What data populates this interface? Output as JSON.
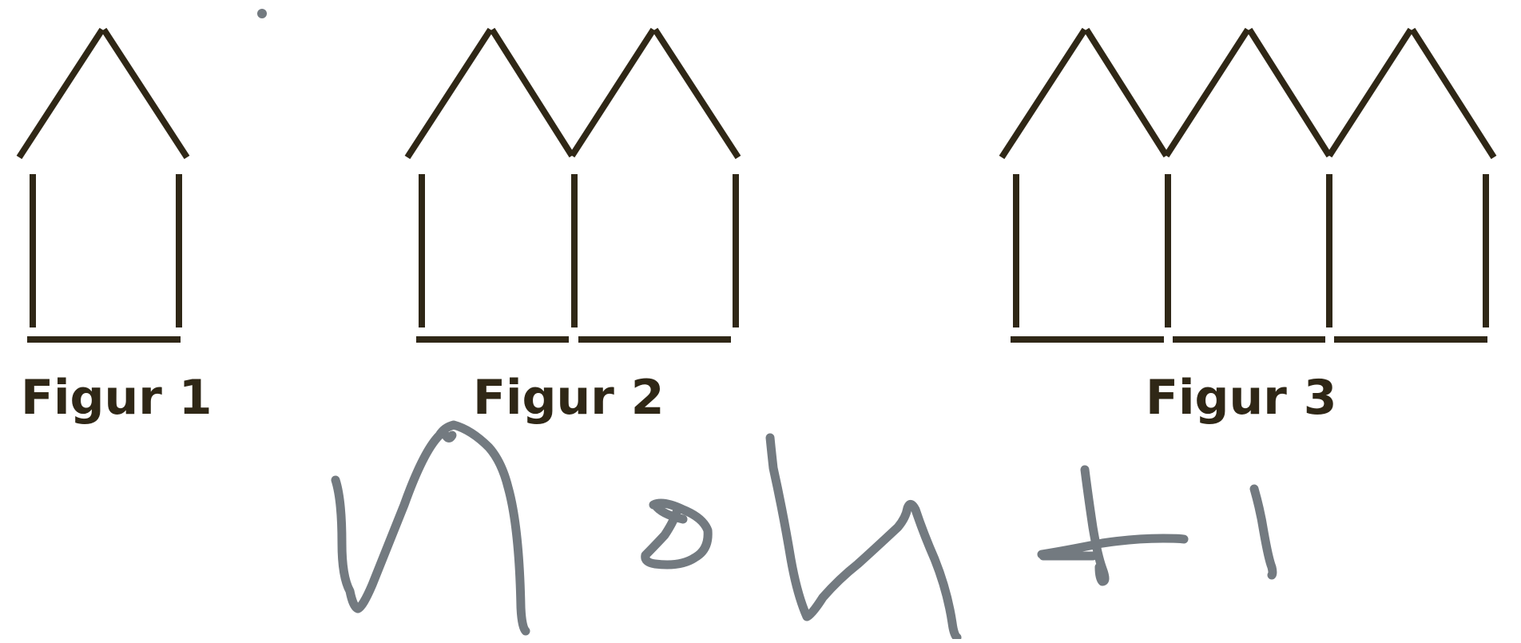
{
  "colors": {
    "background": "#ffffff",
    "matchstick": "#2f2716",
    "handwriting": "#737a80"
  },
  "figures": [
    {
      "label": "Figur 1",
      "houses": 1,
      "icon": "matchstick-house-row-icon"
    },
    {
      "label": "Figur 2",
      "houses": 2,
      "icon": "matchstick-house-row-icon"
    },
    {
      "label": "Figur 3",
      "houses": 3,
      "icon": "matchstick-house-row-icon"
    }
  ],
  "handwriting": {
    "text": "n·5n+1",
    "icon": "handwritten-formula-icon"
  }
}
